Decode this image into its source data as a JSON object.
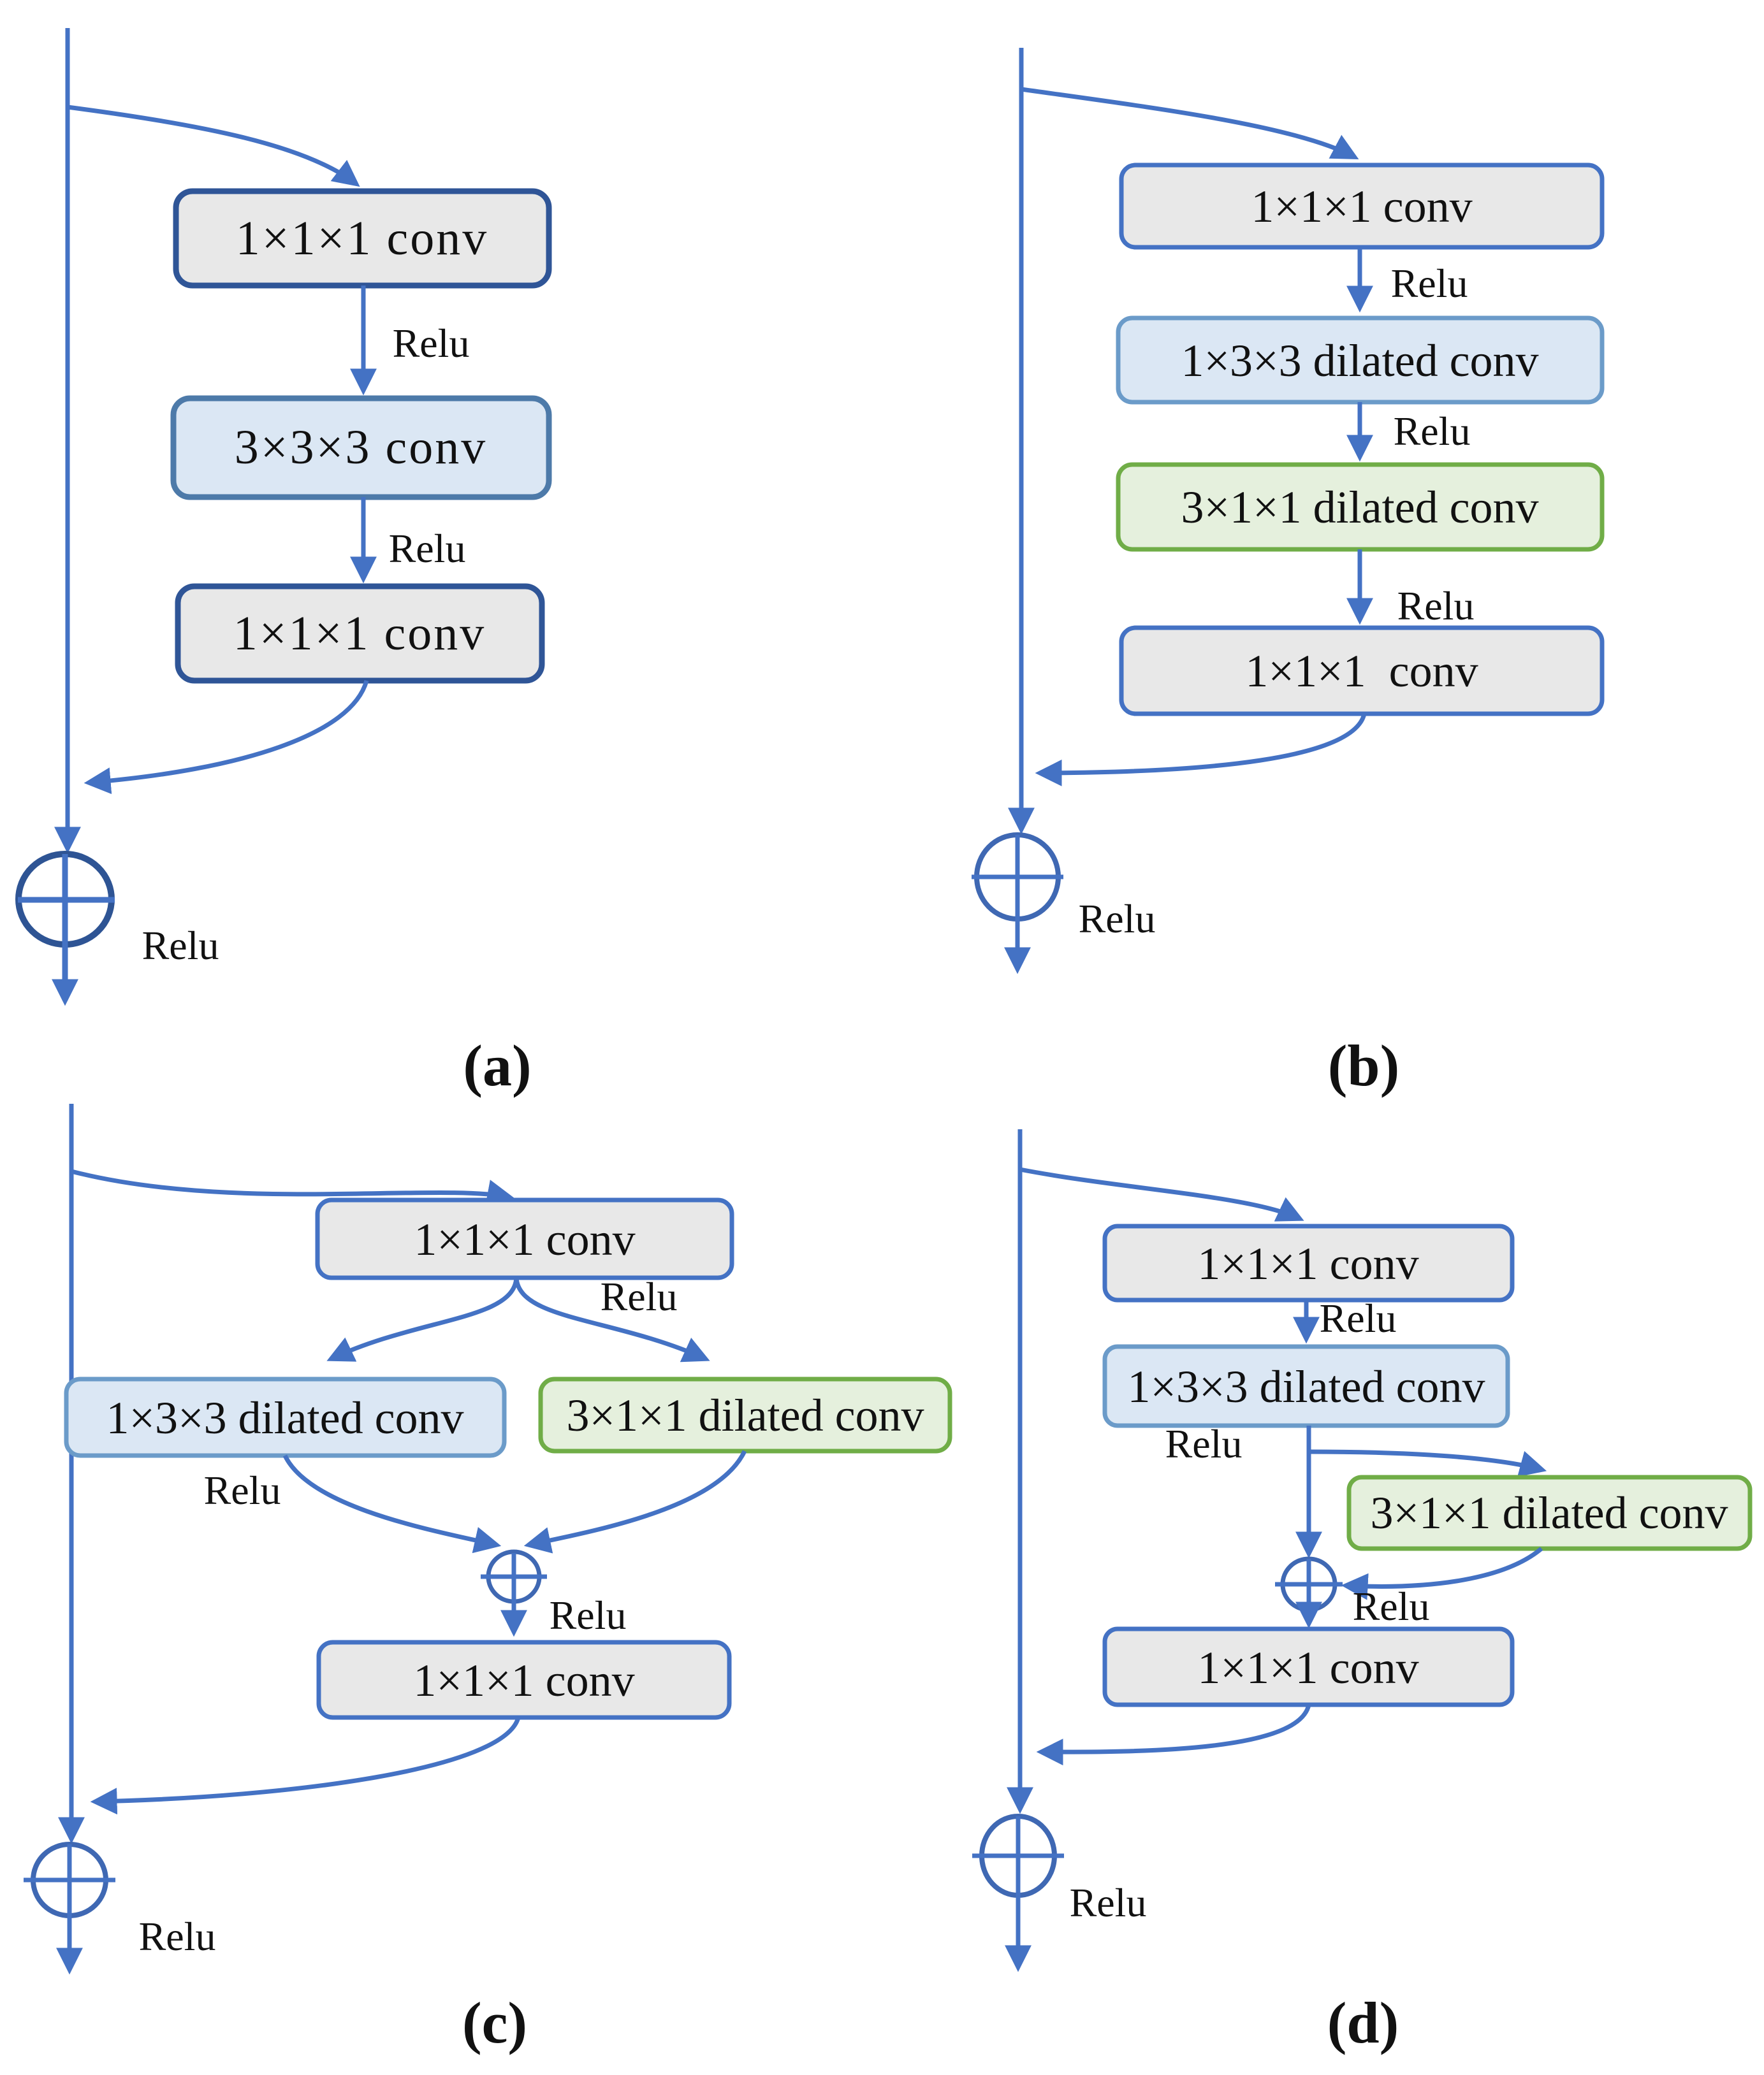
{
  "figure": {
    "colors": {
      "arrow": "#4472c4",
      "add_node_dark": "#2e5494",
      "add_node": "#3f68b3",
      "gray_fill": "#e8e8e8",
      "gray_border_dark": "#2f5597",
      "gray_border": "#4472c4",
      "blue_fill": "#dbe7f4",
      "blue_border": "#6b9bc9",
      "blue_border_dark": "#4d7aa9",
      "green_fill": "#e5f0dd",
      "green_border": "#70ad47",
      "text": "#111111"
    },
    "panels": {
      "a": {
        "caption": "(a)",
        "boxes": {
          "b1": "1×1×1 conv",
          "b2": "3×3×3 conv",
          "b3": "1×1×1 conv"
        },
        "relu": {
          "r1": "Relu",
          "r2": "Relu",
          "r3": "Relu"
        }
      },
      "b": {
        "caption": "(b)",
        "boxes": {
          "b1": "1×1×1 conv",
          "b2": "1×3×3 dilated conv",
          "b3": "3×1×1 dilated conv",
          "b4": "1×1×1  conv"
        },
        "relu": {
          "r1": "Relu",
          "r2": "Relu",
          "r3": "Relu",
          "r4": "Relu"
        }
      },
      "c": {
        "caption": "(c)",
        "boxes": {
          "b1": "1×1×1 conv",
          "b2": "1×3×3 dilated conv",
          "b3": "3×1×1 dilated conv",
          "b4": "1×1×1 conv"
        },
        "relu": {
          "r1": "Relu",
          "r2": "Relu",
          "r3": "Relu",
          "r4": "Relu"
        }
      },
      "d": {
        "caption": "(d)",
        "boxes": {
          "b1": "1×1×1 conv",
          "b2": "1×3×3 dilated conv",
          "b3": "3×1×1 dilated conv",
          "b4": "1×1×1 conv"
        },
        "relu": {
          "r1": "Relu",
          "r2": "Relu",
          "r3": "Relu",
          "r4": "Relu"
        }
      }
    }
  }
}
